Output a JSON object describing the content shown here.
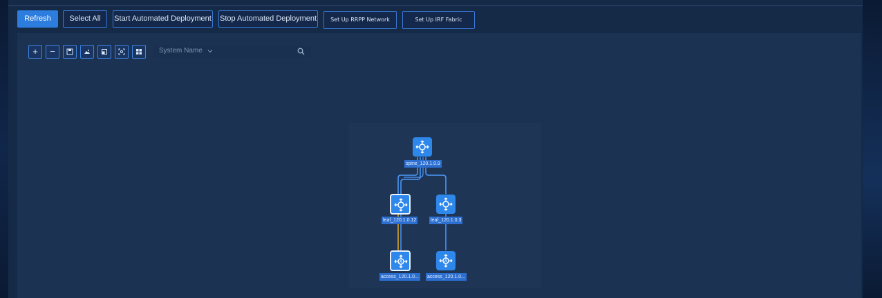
{
  "toolbar": {
    "refresh": "Refresh",
    "select_all": "Select All",
    "start_deploy": "Start Automated Deployment",
    "stop_deploy": "Stop Automated Deployment",
    "rrpp": "Set Up RRPP Network",
    "irf": "Set Up IRF Fabric"
  },
  "map_tools": {
    "zoom_in": "+",
    "zoom_out": "−"
  },
  "search": {
    "placeholder": "System Name"
  },
  "topology": {
    "nodes": {
      "spine": "spine_120.1.0.9",
      "leaf1": "leaf_120.1.0.12",
      "leaf2": "leaf_120.1.0.3",
      "access1": "access_120.1.0...",
      "access2": "access_120.1.0..."
    }
  },
  "colors": {
    "accent": "#2d7ddf",
    "node_fill": "#2e87ea",
    "link": "#4c9bff",
    "link_warning": "#e0a020"
  }
}
